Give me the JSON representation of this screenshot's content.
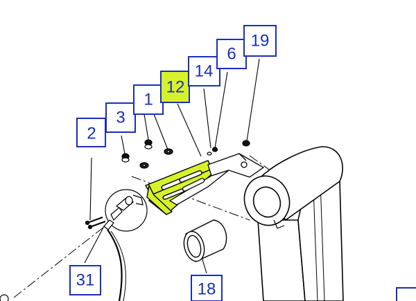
{
  "colors": {
    "callout_border": "#1a2fb5",
    "callout_text": "#1a2fb5",
    "highlight": "#d7f22a",
    "line": "#000000",
    "background": "#ffffff"
  },
  "callouts": [
    {
      "id": "callout-2",
      "label": "2",
      "highlighted": false
    },
    {
      "id": "callout-3",
      "label": "3",
      "highlighted": false
    },
    {
      "id": "callout-1",
      "label": "1",
      "highlighted": false
    },
    {
      "id": "callout-12",
      "label": "12",
      "highlighted": true
    },
    {
      "id": "callout-14",
      "label": "14",
      "highlighted": false
    },
    {
      "id": "callout-6",
      "label": "6",
      "highlighted": false
    },
    {
      "id": "callout-19",
      "label": "19",
      "highlighted": false
    },
    {
      "id": "callout-31",
      "label": "31",
      "highlighted": false
    },
    {
      "id": "callout-18",
      "label": "18",
      "highlighted": false
    }
  ]
}
